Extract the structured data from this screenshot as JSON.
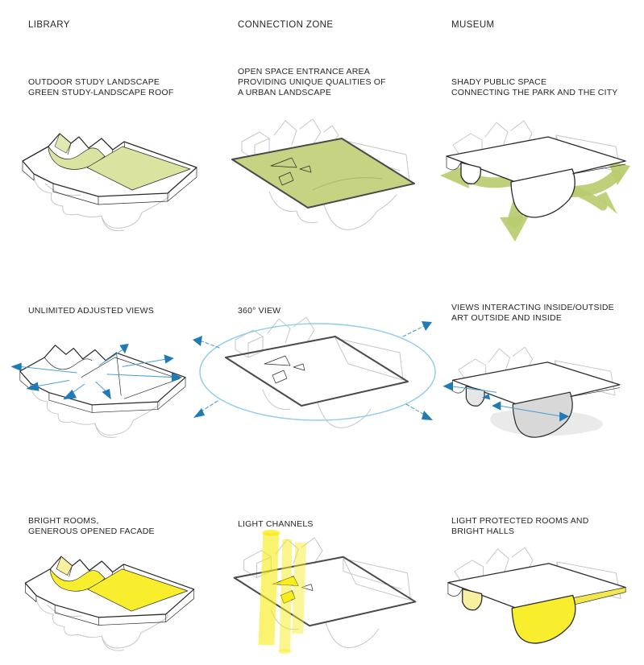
{
  "columns": [
    "LIBRARY",
    "CONNECTION ZONE",
    "MUSEUM"
  ],
  "rows": [
    {
      "captions": [
        "OUTDOOR STUDY LANDSCAPE\nGREEN STUDY-LANDSCAPE ROOF",
        "OPEN SPACE ENTRANCE AREA\nPROVIDING UNIQUE QUALITIES OF\nA URBAN LANDSCAPE",
        "SHADY PUBLIC SPACE\nCONNECTING THE PARK AND THE CITY"
      ]
    },
    {
      "captions": [
        "UNLIMITED ADJUSTED VIEWS",
        "360° VIEW",
        "VIEWS INTERACTING INSIDE/OUTSIDE\nART OUTSIDE AND INSIDE"
      ]
    },
    {
      "captions": [
        "BRIGHT ROOMS,\nGENEROUS OPENED FACADE",
        "LIGHT CHANNELS",
        "LIGHT PROTECTED ROOMS AND\nBRIGHT HALLS"
      ]
    }
  ],
  "diagram_legend": {
    "green_roof": "green study-landscape roof highlight",
    "green_plane": "entrance plane highlight",
    "olive_arrows": "public flow arrows under museum",
    "blue_arrows": "view direction arrows",
    "blue_ellipse": "360 degree view ring",
    "yellow_highlight": "bright rooms / light highlight",
    "yellow_beams": "vertical light channels"
  },
  "colors": {
    "background": "#ffffff",
    "text": "#262626",
    "outline_dark": "#2a2a2a",
    "outline_gray": "#c6c6c6",
    "roof_green": "#dbe3a0",
    "plane_green": "#c6d383",
    "arrow_olive": "#b9cc6f",
    "highlight_yellow": "#f8ee2e",
    "beam_yellow": "#f7ec1c",
    "pale_yellow": "#f6f0a0",
    "strip_yellow": "#f3e74e",
    "arrow_blue": "#4da0d4",
    "arrow_blue_dark": "#1f7ab5",
    "ellipse_blue": "#8ecbea"
  }
}
